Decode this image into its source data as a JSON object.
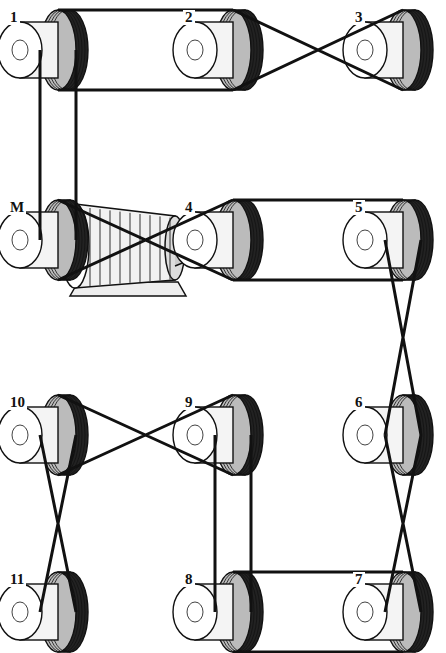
{
  "diagram": {
    "nodes": [
      {
        "text": [
          "1"
        ]
      },
      {
        "text": [
          "2"
        ]
      },
      {
        "text": [
          "3"
        ]
      },
      {
        "text": [
          "M"
        ]
      },
      {
        "text": [
          "4"
        ]
      },
      {
        "text": [
          "5"
        ]
      },
      {
        "text": [
          "10"
        ]
      },
      {
        "text": [
          "9"
        ]
      },
      {
        "text": [
          "6"
        ]
      },
      {
        "text": [
          "11"
        ]
      },
      {
        "text": [
          "8"
        ]
      },
      {
        "text": [
          "7"
        ]
      }
    ],
    "edges": [
      {
        "from": 3,
        "to": 0,
        "arrow": "none"
      },
      {
        "from": 0,
        "to": 1,
        "arrow": "none"
      },
      {
        "from": 1,
        "to": 2,
        "arrow": "none"
      },
      {
        "from": 3,
        "to": 4,
        "arrow": "none"
      },
      {
        "from": 4,
        "to": 5,
        "arrow": "none"
      },
      {
        "from": 5,
        "to": 8,
        "arrow": "none"
      },
      {
        "from": 8,
        "to": 11,
        "arrow": "none"
      },
      {
        "from": 11,
        "to": 10,
        "arrow": "none"
      },
      {
        "from": 10,
        "to": 7,
        "arrow": "none"
      },
      {
        "from": 7,
        "to": 6,
        "arrow": "none"
      },
      {
        "from": 6,
        "to": 9,
        "arrow": "none"
      }
    ]
  }
}
